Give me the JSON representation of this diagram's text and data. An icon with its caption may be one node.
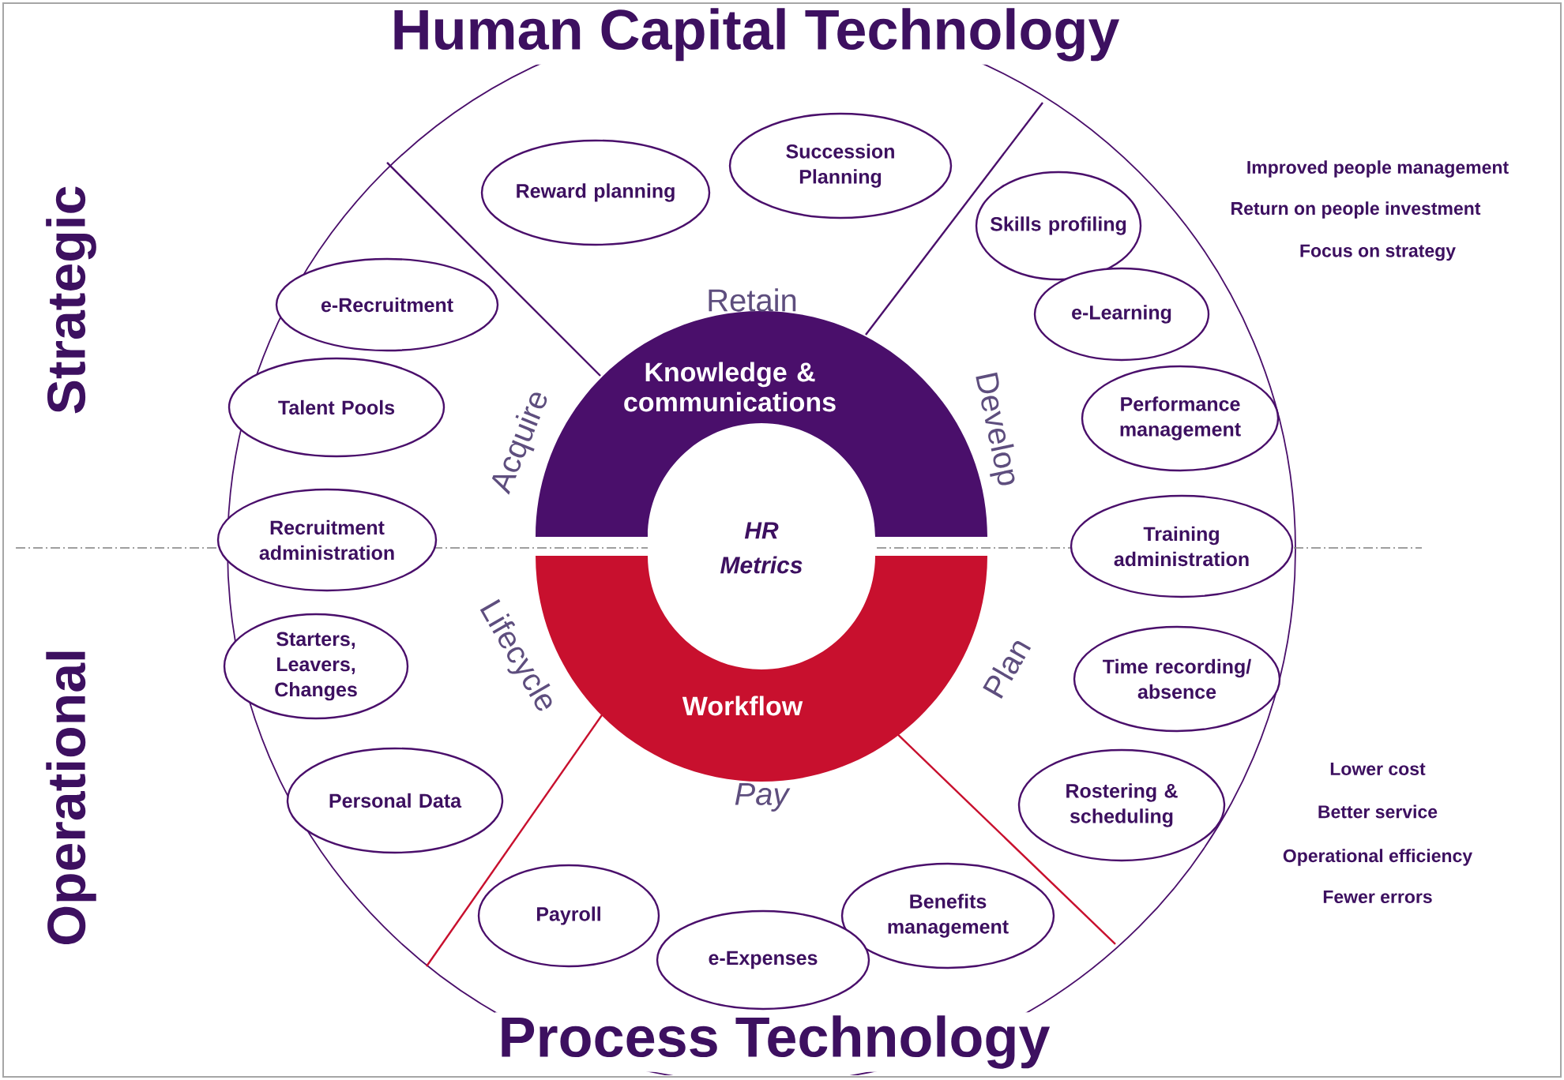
{
  "diagram": {
    "title": "Human Capital Technology",
    "nodes": [
      {
        "text": [
          "Knowledge & communications"
        ]
      },
      {
        "text": [
          "HR Metrics"
        ]
      },
      {
        "text": [
          "Workflow"
        ]
      },
      {
        "text": [
          "Reward planning"
        ]
      },
      {
        "text": [
          "Succession Planning"
        ]
      },
      {
        "text": [
          "Skills profiling"
        ]
      },
      {
        "text": [
          "e-Recruitment"
        ]
      },
      {
        "text": [
          "e-Learning"
        ]
      },
      {
        "text": [
          "Talent Pools"
        ]
      },
      {
        "text": [
          "Performance management"
        ]
      },
      {
        "text": [
          "Recruitment administration"
        ]
      },
      {
        "text": [
          "Training administration"
        ]
      },
      {
        "text": [
          "Starters, Leavers, Changes"
        ]
      },
      {
        "text": [
          "Time recording/ absence"
        ]
      },
      {
        "text": [
          "Personal Data"
        ]
      },
      {
        "text": [
          "Rostering & scheduling"
        ]
      },
      {
        "text": [
          "Payroll"
        ]
      },
      {
        "text": [
          "Benefits management"
        ]
      },
      {
        "text": [
          "e-Expenses"
        ]
      }
    ],
    "labels": [
      "Improved people management",
      "Return on people investment",
      "Focus on strategy",
      "Strategic",
      "Retain",
      "Acquire",
      "Develop",
      "Lifecycle",
      "Plan",
      "Operational",
      "Pay",
      "Lower cost",
      "Better service",
      "Operational efficiency",
      "Fewer errors",
      "Process Technology"
    ]
  }
}
